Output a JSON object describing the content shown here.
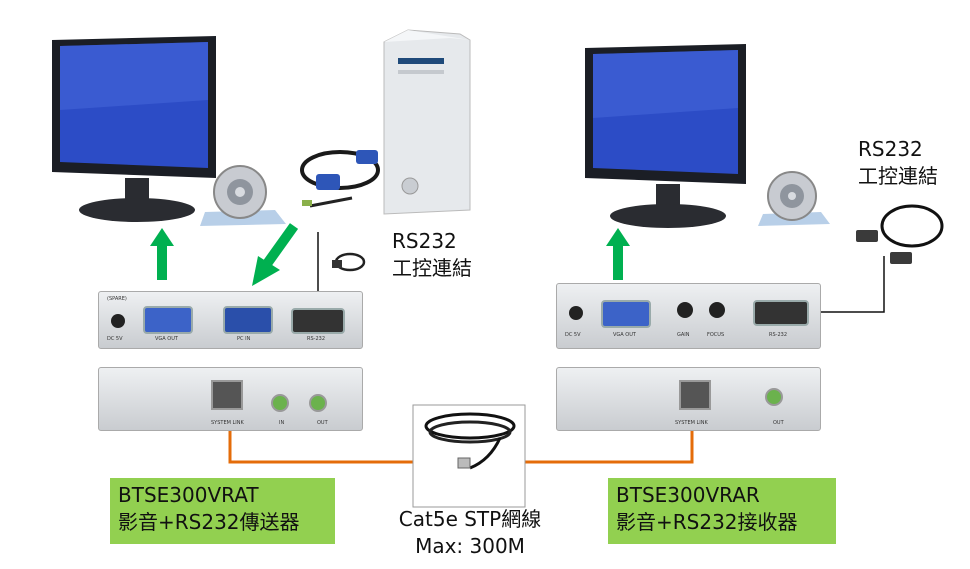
{
  "left_device": {
    "model": "BTSE300VRAT",
    "description": "影音+RS232傳送器",
    "front_labels": {
      "spare": "(SPARE)",
      "dc": "DC 5V",
      "vga_out": "VGA OUT",
      "pc_in": "PC IN",
      "rs232": "RS-232"
    },
    "back_labels": {
      "link": "SYSTEM LINK",
      "audio_in": "IN",
      "audio_out": "OUT"
    }
  },
  "right_device": {
    "model": "BTSE300VRAR",
    "description": "影音+RS232接收器",
    "front_labels": {
      "dc": "DC 5V",
      "vga_out": "VGA OUT",
      "gain": "GAIN",
      "focus": "FOCUS",
      "rs232": "RS-232"
    },
    "back_labels": {
      "link": "SYSTEM LINK",
      "audio_out": "OUT"
    }
  },
  "rs232_left": {
    "line1": "RS232",
    "line2": "工控連結"
  },
  "rs232_right": {
    "line1": "RS232",
    "line2": "工控連結"
  },
  "cable": {
    "line1": "Cat5e STP網線",
    "line2": "Max: 300M"
  },
  "colors": {
    "label_bg": "#92d050",
    "arrow": "#00b050",
    "link_line": "#e46c0a"
  }
}
